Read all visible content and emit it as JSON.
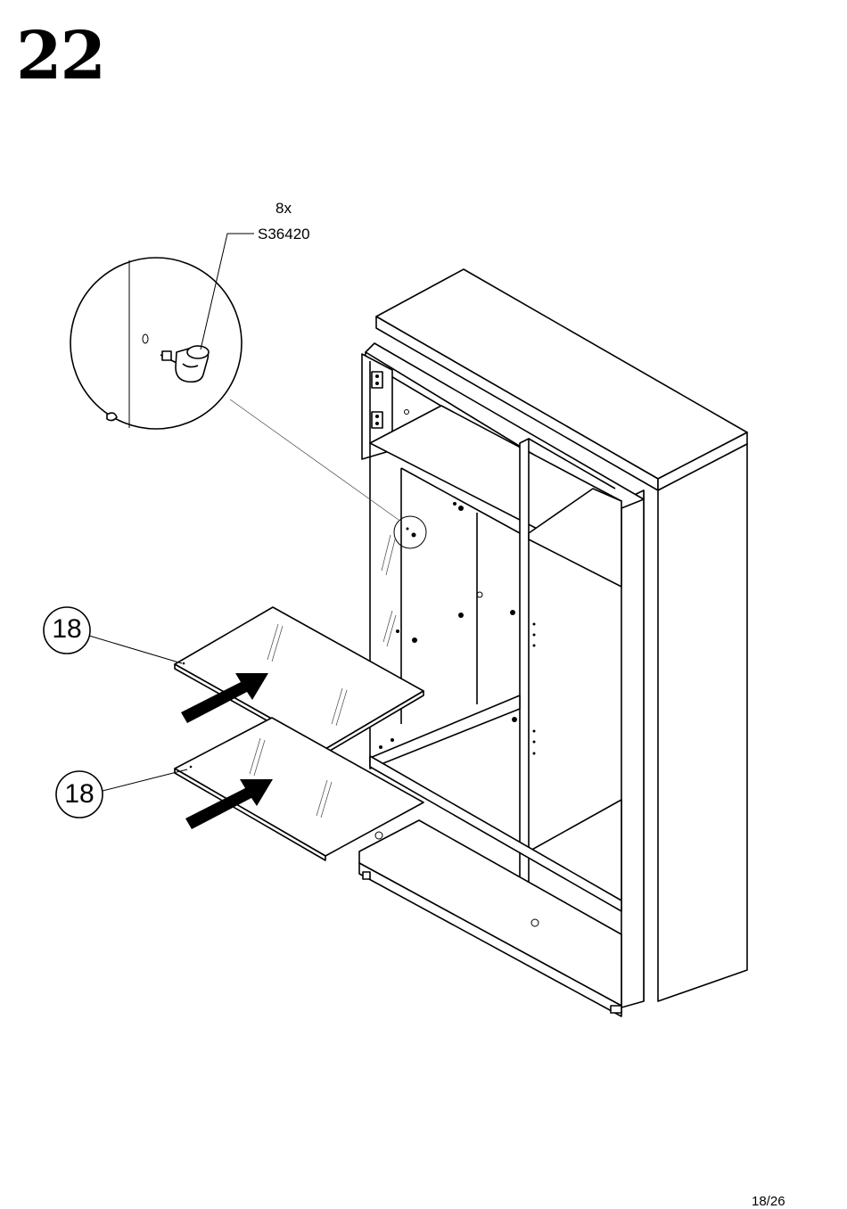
{
  "step": {
    "number": "22"
  },
  "hardware": {
    "quantity": "8x",
    "code": "S36420"
  },
  "parts": [
    {
      "callout": "18"
    },
    {
      "callout": "18"
    }
  ],
  "footer": {
    "page": "18/26"
  }
}
